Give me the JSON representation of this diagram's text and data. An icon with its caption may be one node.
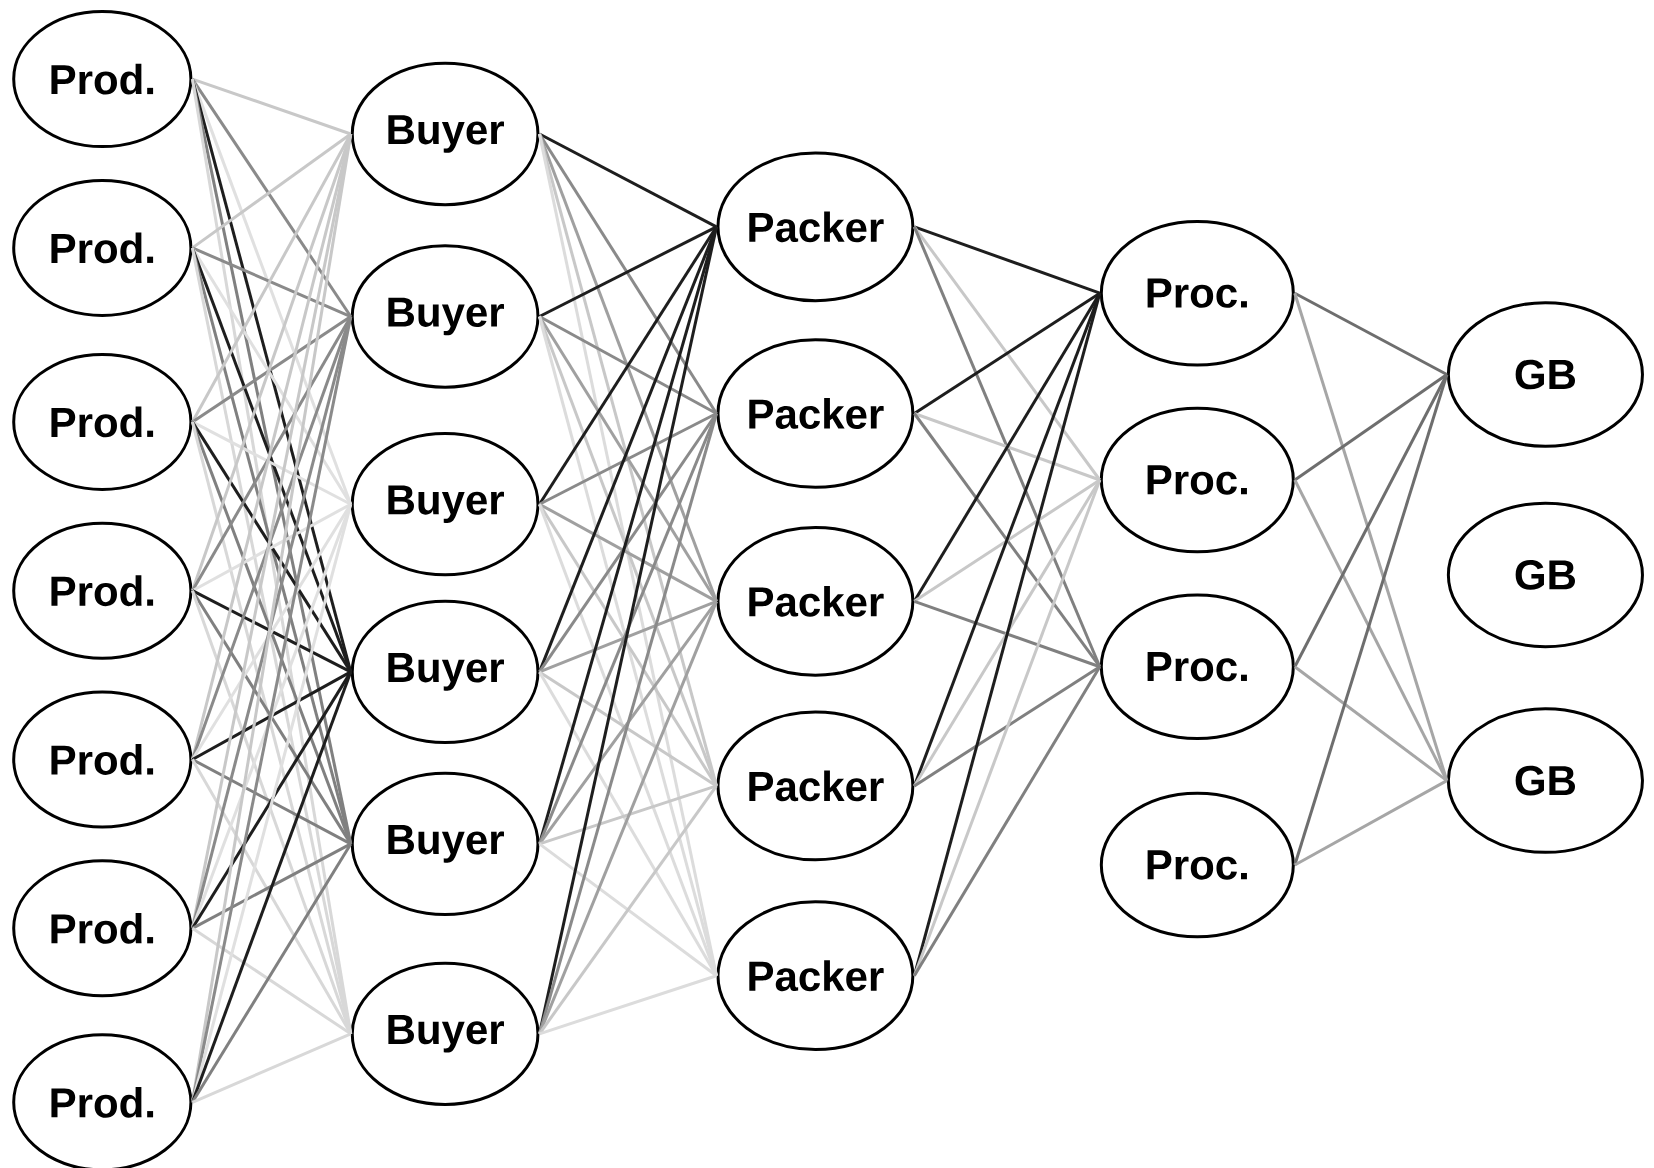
{
  "diagram": {
    "nodes": [
      {
        "text": [
          "Prod."
        ]
      },
      {
        "text": [
          "Prod."
        ]
      },
      {
        "text": [
          "Prod."
        ]
      },
      {
        "text": [
          "Prod."
        ]
      },
      {
        "text": [
          "Prod."
        ]
      },
      {
        "text": [
          "Prod."
        ]
      },
      {
        "text": [
          "Prod."
        ]
      },
      {
        "text": [
          "Buyer"
        ]
      },
      {
        "text": [
          "Buyer"
        ]
      },
      {
        "text": [
          "Buyer"
        ]
      },
      {
        "text": [
          "Buyer"
        ]
      },
      {
        "text": [
          "Buyer"
        ]
      },
      {
        "text": [
          "Buyer"
        ]
      },
      {
        "text": [
          "Packer"
        ]
      },
      {
        "text": [
          "Packer"
        ]
      },
      {
        "text": [
          "Packer"
        ]
      },
      {
        "text": [
          "Packer"
        ]
      },
      {
        "text": [
          "Packer"
        ]
      },
      {
        "text": [
          "Proc."
        ]
      },
      {
        "text": [
          "Proc."
        ]
      },
      {
        "text": [
          "Proc."
        ]
      },
      {
        "text": [
          "Proc."
        ]
      },
      {
        "text": [
          "GB"
        ]
      },
      {
        "text": [
          "GB"
        ]
      },
      {
        "text": [
          "GB"
        ]
      }
    ],
    "edges": [
      {
        "from": 0,
        "to": 7,
        "arrow": "none",
        "color": "#c8c8c8"
      },
      {
        "from": 0,
        "to": 8,
        "arrow": "none",
        "color": "#8a8a8a"
      },
      {
        "from": 0,
        "to": 9,
        "arrow": "none",
        "color": "#e0e0e0"
      },
      {
        "from": 0,
        "to": 10,
        "arrow": "none",
        "color": "#1e1e1e"
      },
      {
        "from": 0,
        "to": 11,
        "arrow": "none",
        "color": "#808080"
      },
      {
        "from": 0,
        "to": 12,
        "arrow": "none",
        "color": "#d8d8d8"
      },
      {
        "from": 1,
        "to": 7,
        "arrow": "none",
        "color": "#c8c8c8"
      },
      {
        "from": 1,
        "to": 8,
        "arrow": "none",
        "color": "#8a8a8a"
      },
      {
        "from": 1,
        "to": 9,
        "arrow": "none",
        "color": "#e0e0e0"
      },
      {
        "from": 1,
        "to": 10,
        "arrow": "none",
        "color": "#1e1e1e"
      },
      {
        "from": 1,
        "to": 11,
        "arrow": "none",
        "color": "#808080"
      },
      {
        "from": 1,
        "to": 12,
        "arrow": "none",
        "color": "#d8d8d8"
      },
      {
        "from": 2,
        "to": 7,
        "arrow": "none",
        "color": "#c8c8c8"
      },
      {
        "from": 2,
        "to": 8,
        "arrow": "none",
        "color": "#8a8a8a"
      },
      {
        "from": 2,
        "to": 9,
        "arrow": "none",
        "color": "#e0e0e0"
      },
      {
        "from": 2,
        "to": 10,
        "arrow": "none",
        "color": "#1e1e1e"
      },
      {
        "from": 2,
        "to": 11,
        "arrow": "none",
        "color": "#808080"
      },
      {
        "from": 2,
        "to": 12,
        "arrow": "none",
        "color": "#d8d8d8"
      },
      {
        "from": 3,
        "to": 7,
        "arrow": "none",
        "color": "#c8c8c8"
      },
      {
        "from": 3,
        "to": 8,
        "arrow": "none",
        "color": "#8a8a8a"
      },
      {
        "from": 3,
        "to": 9,
        "arrow": "none",
        "color": "#e0e0e0"
      },
      {
        "from": 3,
        "to": 10,
        "arrow": "none",
        "color": "#1e1e1e"
      },
      {
        "from": 3,
        "to": 11,
        "arrow": "none",
        "color": "#808080"
      },
      {
        "from": 3,
        "to": 12,
        "arrow": "none",
        "color": "#d8d8d8"
      },
      {
        "from": 4,
        "to": 7,
        "arrow": "none",
        "color": "#c8c8c8"
      },
      {
        "from": 4,
        "to": 8,
        "arrow": "none",
        "color": "#8a8a8a"
      },
      {
        "from": 4,
        "to": 9,
        "arrow": "none",
        "color": "#e0e0e0"
      },
      {
        "from": 4,
        "to": 10,
        "arrow": "none",
        "color": "#1e1e1e"
      },
      {
        "from": 4,
        "to": 11,
        "arrow": "none",
        "color": "#808080"
      },
      {
        "from": 4,
        "to": 12,
        "arrow": "none",
        "color": "#d8d8d8"
      },
      {
        "from": 5,
        "to": 7,
        "arrow": "none",
        "color": "#c8c8c8"
      },
      {
        "from": 5,
        "to": 8,
        "arrow": "none",
        "color": "#8a8a8a"
      },
      {
        "from": 5,
        "to": 9,
        "arrow": "none",
        "color": "#e0e0e0"
      },
      {
        "from": 5,
        "to": 10,
        "arrow": "none",
        "color": "#1e1e1e"
      },
      {
        "from": 5,
        "to": 11,
        "arrow": "none",
        "color": "#808080"
      },
      {
        "from": 5,
        "to": 12,
        "arrow": "none",
        "color": "#d8d8d8"
      },
      {
        "from": 6,
        "to": 7,
        "arrow": "none",
        "color": "#c8c8c8"
      },
      {
        "from": 6,
        "to": 8,
        "arrow": "none",
        "color": "#8a8a8a"
      },
      {
        "from": 6,
        "to": 9,
        "arrow": "none",
        "color": "#e0e0e0"
      },
      {
        "from": 6,
        "to": 10,
        "arrow": "none",
        "color": "#1e1e1e"
      },
      {
        "from": 6,
        "to": 11,
        "arrow": "none",
        "color": "#808080"
      },
      {
        "from": 6,
        "to": 12,
        "arrow": "none",
        "color": "#d8d8d8"
      },
      {
        "from": 7,
        "to": 13,
        "arrow": "none",
        "color": "#1e1e1e"
      },
      {
        "from": 7,
        "to": 14,
        "arrow": "none",
        "color": "#8a8a8a"
      },
      {
        "from": 7,
        "to": 15,
        "arrow": "none",
        "color": "#a0a0a0"
      },
      {
        "from": 7,
        "to": 16,
        "arrow": "none",
        "color": "#c8c8c8"
      },
      {
        "from": 7,
        "to": 17,
        "arrow": "none",
        "color": "#dcdcdc"
      },
      {
        "from": 8,
        "to": 13,
        "arrow": "none",
        "color": "#1e1e1e"
      },
      {
        "from": 8,
        "to": 14,
        "arrow": "none",
        "color": "#8a8a8a"
      },
      {
        "from": 8,
        "to": 15,
        "arrow": "none",
        "color": "#a0a0a0"
      },
      {
        "from": 8,
        "to": 16,
        "arrow": "none",
        "color": "#c8c8c8"
      },
      {
        "from": 8,
        "to": 17,
        "arrow": "none",
        "color": "#dcdcdc"
      },
      {
        "from": 9,
        "to": 13,
        "arrow": "none",
        "color": "#1e1e1e"
      },
      {
        "from": 9,
        "to": 14,
        "arrow": "none",
        "color": "#8a8a8a"
      },
      {
        "from": 9,
        "to": 15,
        "arrow": "none",
        "color": "#a0a0a0"
      },
      {
        "from": 9,
        "to": 16,
        "arrow": "none",
        "color": "#c8c8c8"
      },
      {
        "from": 9,
        "to": 17,
        "arrow": "none",
        "color": "#dcdcdc"
      },
      {
        "from": 10,
        "to": 13,
        "arrow": "none",
        "color": "#1e1e1e"
      },
      {
        "from": 10,
        "to": 14,
        "arrow": "none",
        "color": "#8a8a8a"
      },
      {
        "from": 10,
        "to": 15,
        "arrow": "none",
        "color": "#a0a0a0"
      },
      {
        "from": 10,
        "to": 16,
        "arrow": "none",
        "color": "#c8c8c8"
      },
      {
        "from": 10,
        "to": 17,
        "arrow": "none",
        "color": "#dcdcdc"
      },
      {
        "from": 11,
        "to": 13,
        "arrow": "none",
        "color": "#1e1e1e"
      },
      {
        "from": 11,
        "to": 14,
        "arrow": "none",
        "color": "#8a8a8a"
      },
      {
        "from": 11,
        "to": 15,
        "arrow": "none",
        "color": "#a0a0a0"
      },
      {
        "from": 11,
        "to": 16,
        "arrow": "none",
        "color": "#c8c8c8"
      },
      {
        "from": 11,
        "to": 17,
        "arrow": "none",
        "color": "#dcdcdc"
      },
      {
        "from": 12,
        "to": 13,
        "arrow": "none",
        "color": "#1e1e1e"
      },
      {
        "from": 12,
        "to": 14,
        "arrow": "none",
        "color": "#8a8a8a"
      },
      {
        "from": 12,
        "to": 15,
        "arrow": "none",
        "color": "#a0a0a0"
      },
      {
        "from": 12,
        "to": 16,
        "arrow": "none",
        "color": "#c8c8c8"
      },
      {
        "from": 12,
        "to": 17,
        "arrow": "none",
        "color": "#dcdcdc"
      },
      {
        "from": 13,
        "to": 18,
        "arrow": "none",
        "color": "#1e1e1e"
      },
      {
        "from": 13,
        "to": 19,
        "arrow": "none",
        "color": "#c8c8c8"
      },
      {
        "from": 13,
        "to": 20,
        "arrow": "none",
        "color": "#808080"
      },
      {
        "from": 14,
        "to": 18,
        "arrow": "none",
        "color": "#1e1e1e"
      },
      {
        "from": 14,
        "to": 19,
        "arrow": "none",
        "color": "#c8c8c8"
      },
      {
        "from": 14,
        "to": 20,
        "arrow": "none",
        "color": "#808080"
      },
      {
        "from": 15,
        "to": 18,
        "arrow": "none",
        "color": "#1e1e1e"
      },
      {
        "from": 15,
        "to": 19,
        "arrow": "none",
        "color": "#c8c8c8"
      },
      {
        "from": 15,
        "to": 20,
        "arrow": "none",
        "color": "#808080"
      },
      {
        "from": 16,
        "to": 18,
        "arrow": "none",
        "color": "#1e1e1e"
      },
      {
        "from": 16,
        "to": 19,
        "arrow": "none",
        "color": "#c8c8c8"
      },
      {
        "from": 16,
        "to": 20,
        "arrow": "none",
        "color": "#808080"
      },
      {
        "from": 17,
        "to": 18,
        "arrow": "none",
        "color": "#1e1e1e"
      },
      {
        "from": 17,
        "to": 19,
        "arrow": "none",
        "color": "#c8c8c8"
      },
      {
        "from": 17,
        "to": 20,
        "arrow": "none",
        "color": "#808080"
      },
      {
        "from": 18,
        "to": 22,
        "arrow": "none",
        "color": "#6e6e6e"
      },
      {
        "from": 18,
        "to": 24,
        "arrow": "none",
        "color": "#a6a6a6"
      },
      {
        "from": 19,
        "to": 22,
        "arrow": "none",
        "color": "#6e6e6e"
      },
      {
        "from": 19,
        "to": 24,
        "arrow": "none",
        "color": "#a6a6a6"
      },
      {
        "from": 20,
        "to": 22,
        "arrow": "none",
        "color": "#6e6e6e"
      },
      {
        "from": 20,
        "to": 24,
        "arrow": "none",
        "color": "#a6a6a6"
      },
      {
        "from": 21,
        "to": 22,
        "arrow": "none",
        "color": "#6e6e6e"
      },
      {
        "from": 21,
        "to": 24,
        "arrow": "none",
        "color": "#a6a6a6"
      }
    ]
  }
}
